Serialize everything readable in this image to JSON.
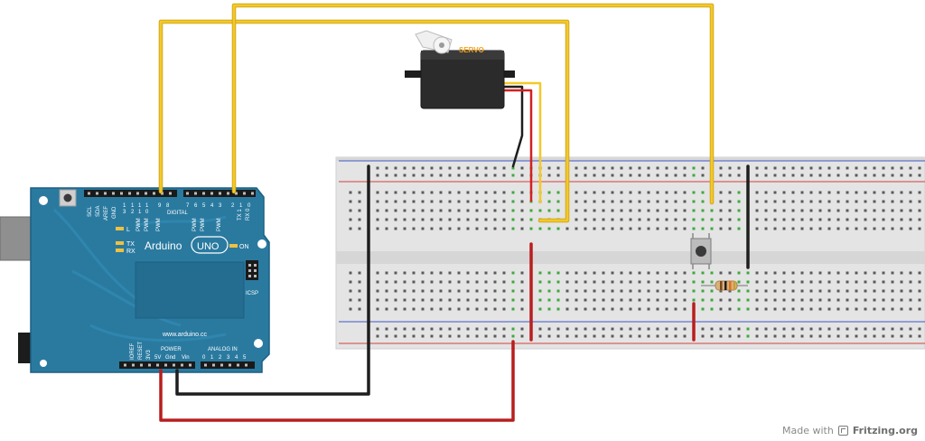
{
  "colors": {
    "board": "#2a7aa0",
    "board_dark": "#1d5f82",
    "header": "#1a1a1a",
    "breadboard": "#e4e4e4",
    "breadboard_edge": "#cfcfcf",
    "hole": "#5a5a5a",
    "hole_active": "#3ea83e",
    "rail_red": "#d64040",
    "rail_blue": "#3f57c9",
    "wire_yellow": "#f3c928",
    "wire_yellow_edge": "#c79a10",
    "wire_red": "#b81e1e",
    "wire_black": "#1e1e1e",
    "servo_body": "#2b2b2b",
    "servo_label": "#f2a31c"
  },
  "arduino": {
    "brand": "Arduino",
    "model": "UNO",
    "website": "www.arduino.cc",
    "digital_label": "DIGITAL",
    "power_label": "POWER",
    "analog_label": "ANALOG IN",
    "icsp_label": "ICSP",
    "led_l": "L",
    "led_tx": "TX",
    "led_rx": "RX",
    "led_on": "ON",
    "top_pin_labels": [
      "SCL",
      "SDA",
      "AREF",
      "GND",
      "13",
      "12",
      "11",
      "10",
      "9",
      "8",
      "7",
      "6",
      "5",
      "4",
      "3",
      "2",
      "TX 1",
      "RX 0"
    ],
    "top_pin_numbers_left": [
      "1",
      "1",
      "1",
      "1",
      "9",
      "8"
    ],
    "top_pin_numbers_left_2": [
      "3",
      "2",
      "1",
      "0"
    ],
    "top_pin_numbers_right": [
      "7",
      "6",
      "5",
      "4",
      "3",
      "2",
      "1",
      "0"
    ],
    "pwm_label": "PWM",
    "power_pin_labels": [
      "IOREF",
      "RESET",
      "3V3",
      "5V",
      "Gnd",
      "Vin"
    ],
    "analog_pin_numbers": [
      "0",
      "1",
      "2",
      "3",
      "4",
      "5"
    ]
  },
  "servo": {
    "label": "SERVO"
  },
  "footer": {
    "made_with": "Made with",
    "brand": "Fritzing.org"
  }
}
